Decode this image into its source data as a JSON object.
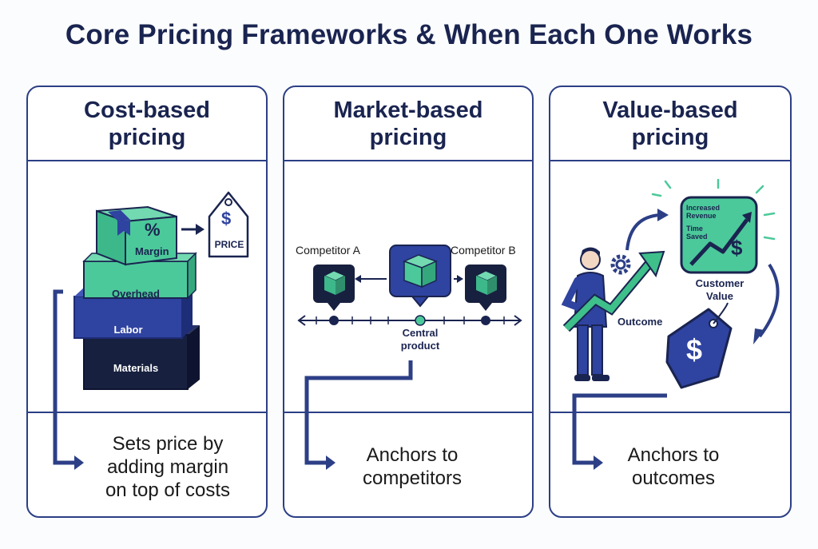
{
  "title": "Core Pricing Frameworks & When Each One Works",
  "colors": {
    "navy": "#1a2450",
    "border": "#2c3f86",
    "mint": "#4cc99a",
    "blue": "#2f43a0",
    "dark_navy": "#17203f",
    "green_arrow": "#3fbf8a"
  },
  "panels": [
    {
      "heading": "Cost-based\npricing",
      "footer": "Sets price by\nadding margin\non top of costs",
      "layers": [
        "Materials",
        "Labor",
        "Overhead"
      ],
      "margin_box": {
        "symbol": "%",
        "label": "Margin"
      },
      "price_tag": {
        "symbol": "$",
        "label": "PRICE"
      }
    },
    {
      "heading": "Market-based\npricing",
      "footer": "Anchors to\ncompetitors",
      "competitor_a": "Competitor A",
      "competitor_b": "Competitor B",
      "central": "Central\nproduct"
    },
    {
      "heading": "Value-based\npricing",
      "footer": "Anchors to\noutcomes",
      "chart_labels": [
        "Increased\nRevenue",
        "Time\nSaved"
      ],
      "customer_value": "Customer\nValue",
      "outcome": "Outcome",
      "tag_symbol": "$"
    }
  ]
}
